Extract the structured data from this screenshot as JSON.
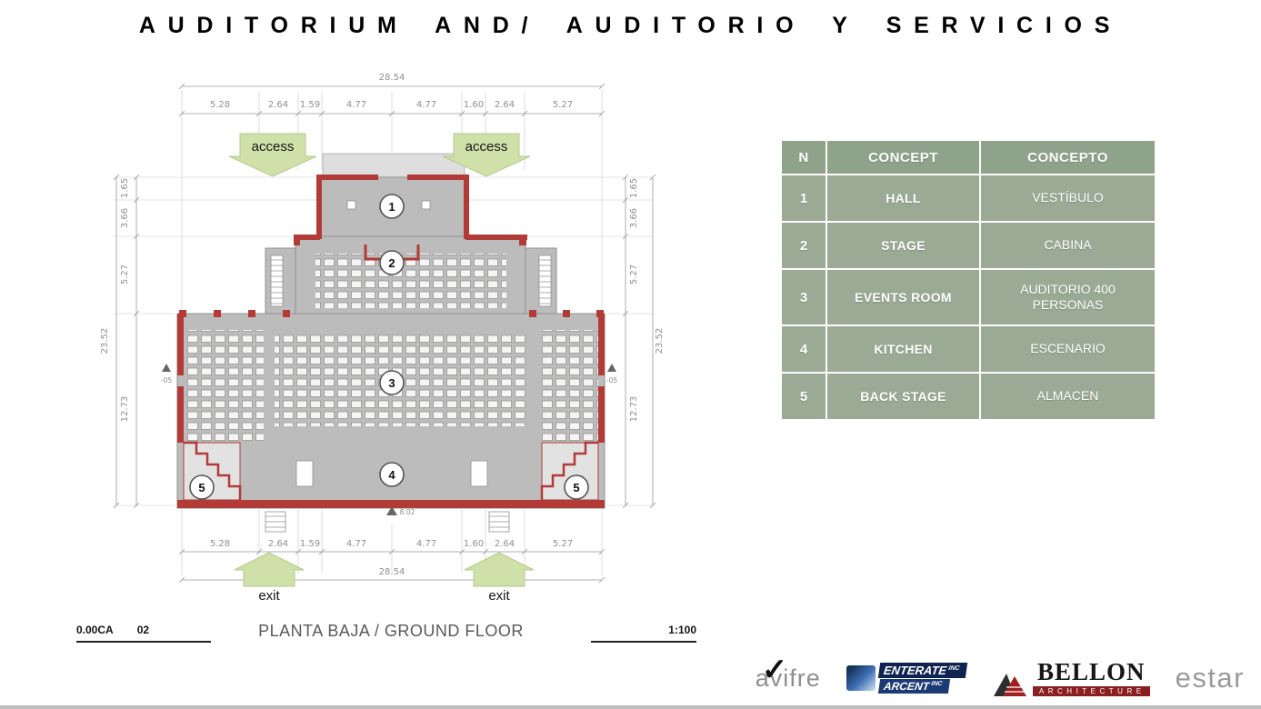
{
  "title": "AUDITORIUM AND/ AUDITORIO Y SERVICIOS",
  "plan": {
    "dim_total_width": "28.54",
    "dims_width": [
      "5.28",
      "2.64",
      "1.59",
      "4.77",
      "4.77",
      "1.60",
      "2.64",
      "5.27"
    ],
    "dim_total_height": "23.52",
    "dims_height": [
      "1.65",
      "3.66",
      "5.27",
      "12.73"
    ],
    "access_label": "access",
    "exit_label": "exit",
    "badges": [
      "1",
      "2",
      "3",
      "4",
      "5"
    ],
    "marker_side": "-05",
    "marker_bottom": "8.02"
  },
  "legend": {
    "headers": [
      "N",
      "CONCEPT",
      "CONCEPTO"
    ],
    "rows": [
      {
        "n": "1",
        "concept": "HALL",
        "concepto": "VESTÍBULO"
      },
      {
        "n": "2",
        "concept": "STAGE",
        "concepto": "CABINA"
      },
      {
        "n": "3",
        "concept": "EVENTS ROOM",
        "concepto": "AUDITORIO 400 PERSONAS"
      },
      {
        "n": "4",
        "concept": "KITCHEN",
        "concepto": "ESCENARIO"
      },
      {
        "n": "5",
        "concept": "BACK STAGE",
        "concepto": "ALMACEN"
      }
    ]
  },
  "footer": {
    "ref_code": "0.00CA",
    "ref_num": "02",
    "caption": "PLANTA BAJA / GROUND FLOOR",
    "scale": "1:100"
  },
  "logos": {
    "avifre": "avifre",
    "enterate_top": "ENTERATE",
    "enterate_top_suffix": "INC",
    "enterate_bottom": "ARCENT",
    "enterate_bottom_suffix": "INC",
    "bellon": "BELLON",
    "bellon_sub": "ARCHITECTURE",
    "estar": "estar"
  },
  "colors": {
    "table_header": "#8fa38a",
    "table_cell": "#9aaa95",
    "wall_red": "#b23b38",
    "arrow_green": "#cfe0a8"
  }
}
